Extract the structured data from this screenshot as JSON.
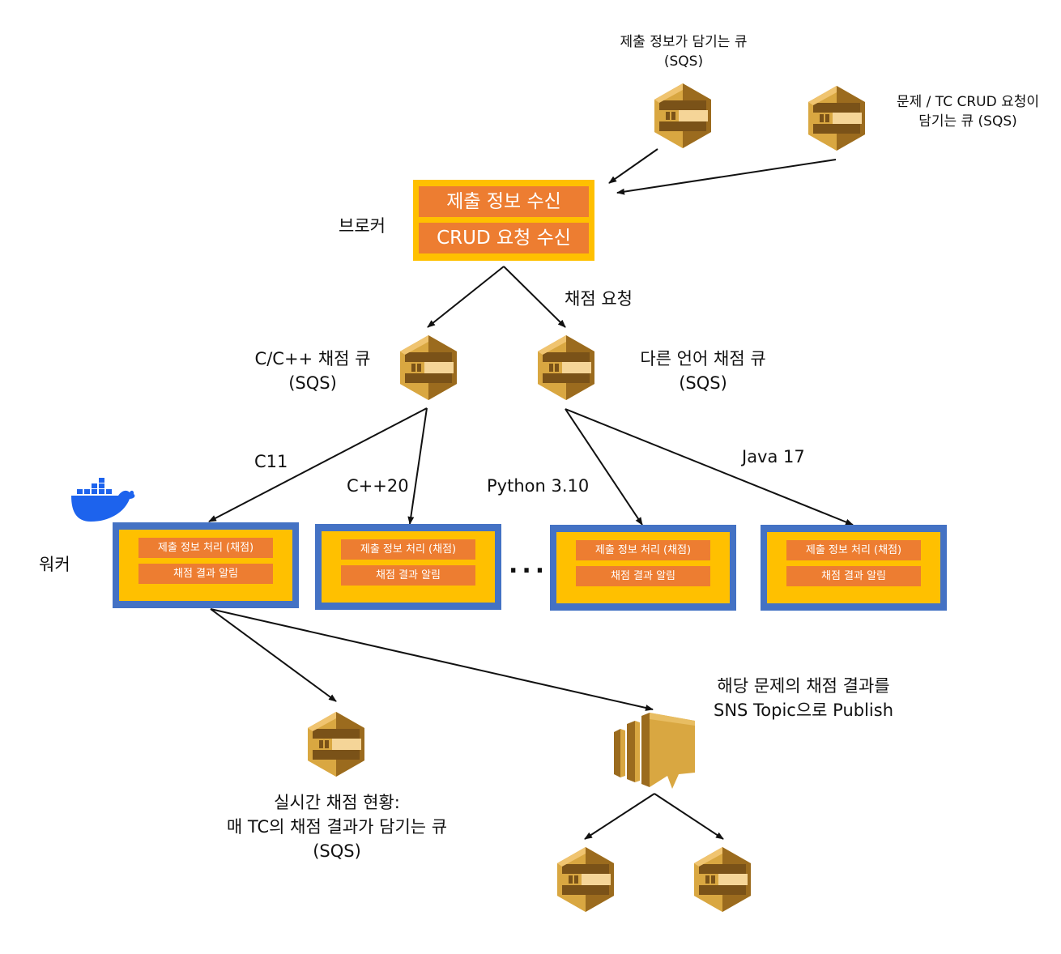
{
  "labels": {
    "submit_queue": [
      "제출 정보가 담기는 큐",
      "(SQS)"
    ],
    "crud_queue": [
      "문제 / TC CRUD 요청이",
      "담기는 큐 (SQS)"
    ],
    "broker": "브로커",
    "grading_request": "채점 요청",
    "cpp_queue": [
      "C/C++ 채점 큐",
      "(SQS)"
    ],
    "other_queue": [
      "다른 언어 채점 큐",
      "(SQS)"
    ],
    "worker": "워커",
    "lang_c11": "C11",
    "lang_cpp20": "C++20",
    "lang_python": "Python 3.10",
    "lang_java": "Java 17",
    "realtime_queue": [
      "실시간 채점 현황:",
      "매 TC의 채점 결과가 담기는 큐",
      "(SQS)"
    ],
    "sns_publish": [
      "해당 문제의 채점 결과를",
      "SNS Topic으로 Publish"
    ]
  },
  "broker_box": {
    "bar1": "제출 정보 수신",
    "bar2": "CRUD 요청 수신"
  },
  "worker_box": {
    "bar1": "제출 정보 처리 (채점)",
    "bar2": "채점 결과 알림"
  },
  "ellipsis": "...",
  "icons": {
    "queue": "aws-sqs-icon",
    "topic": "aws-sns-icon",
    "container": "docker-whale-icon"
  },
  "colors": {
    "broker_fill": "#ffc000",
    "bar_fill": "#ed7d31",
    "worker_border": "#4472c4",
    "sqs_gold": "#d9a741"
  }
}
